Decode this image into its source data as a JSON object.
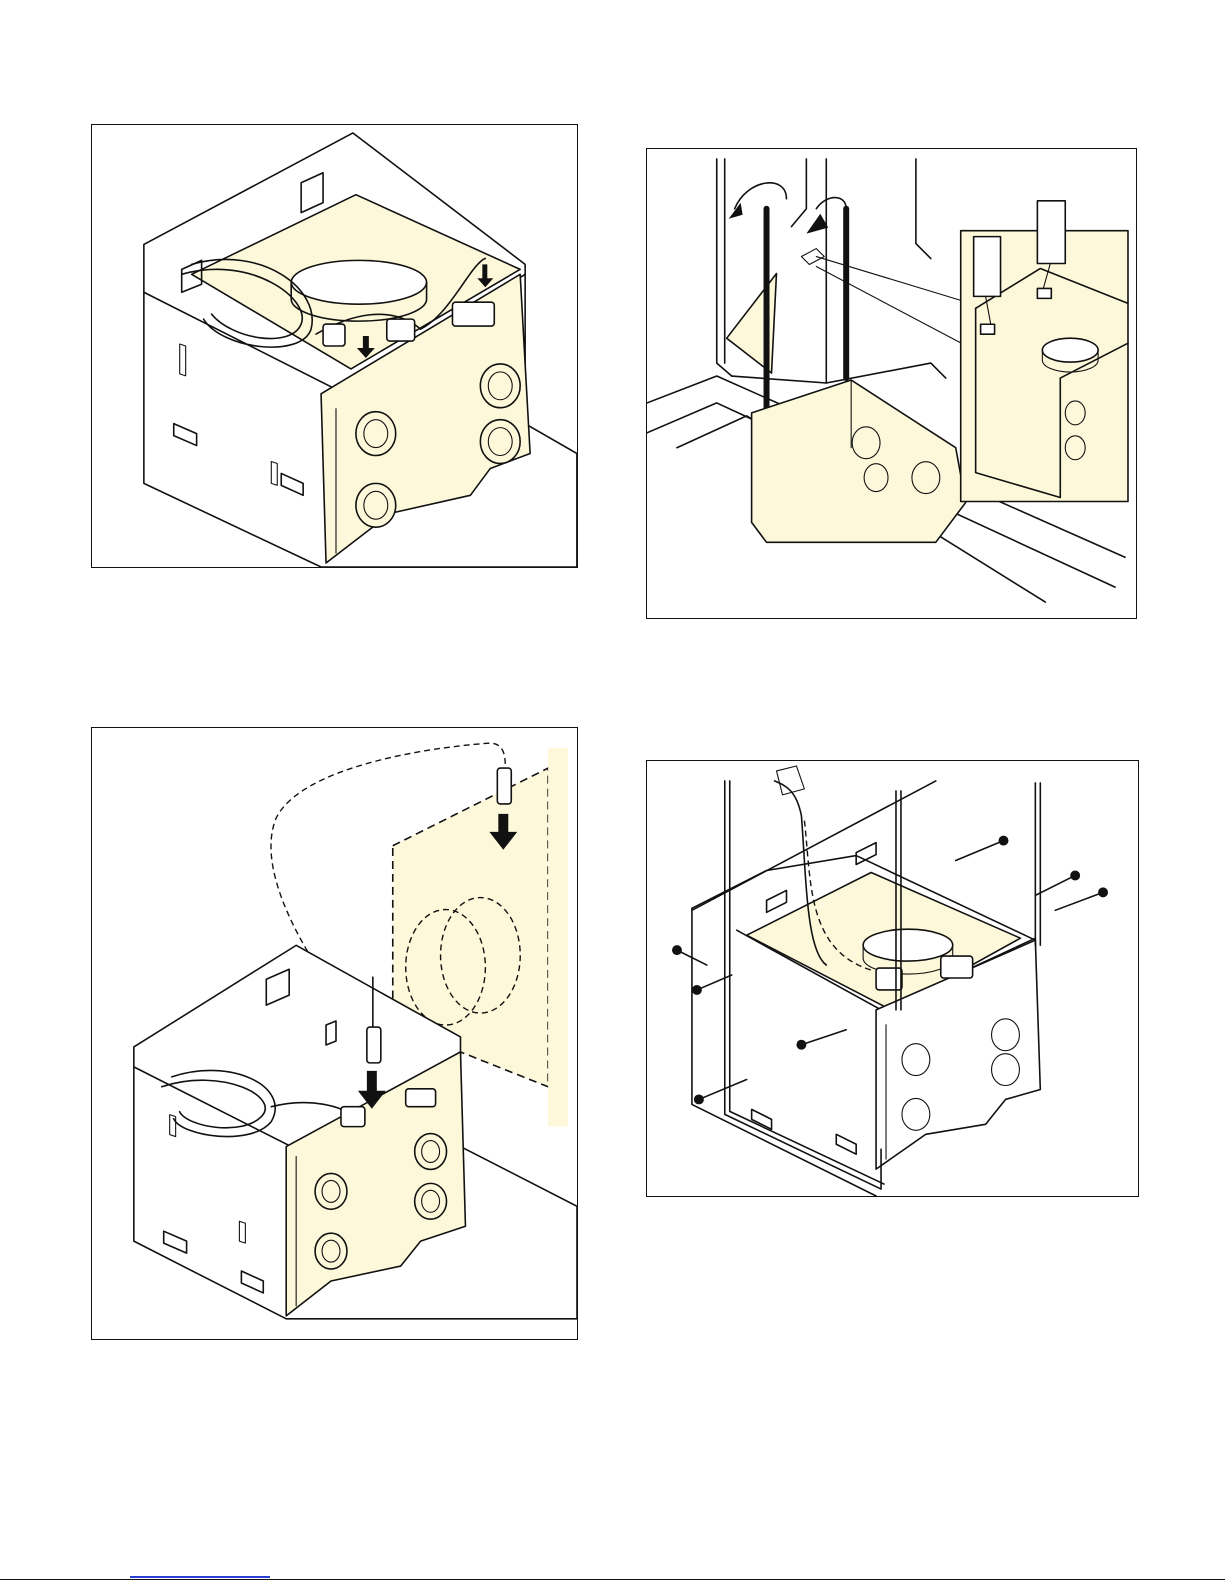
{
  "page": {
    "background": "#ffffff"
  },
  "colors": {
    "line": "#111111",
    "fill_cream": "#fdf8d9",
    "link": "#2b3fd6"
  },
  "figures": [
    {
      "id": "fig-1",
      "depicts": "power-cord-connected-in-housing-icon"
    },
    {
      "id": "fig-2",
      "depicts": "housing-tab-bending-detail-icon"
    },
    {
      "id": "fig-3",
      "depicts": "connector-insertion-arrow-icon"
    },
    {
      "id": "fig-4",
      "depicts": "housing-screw-mounting-icon"
    }
  ]
}
